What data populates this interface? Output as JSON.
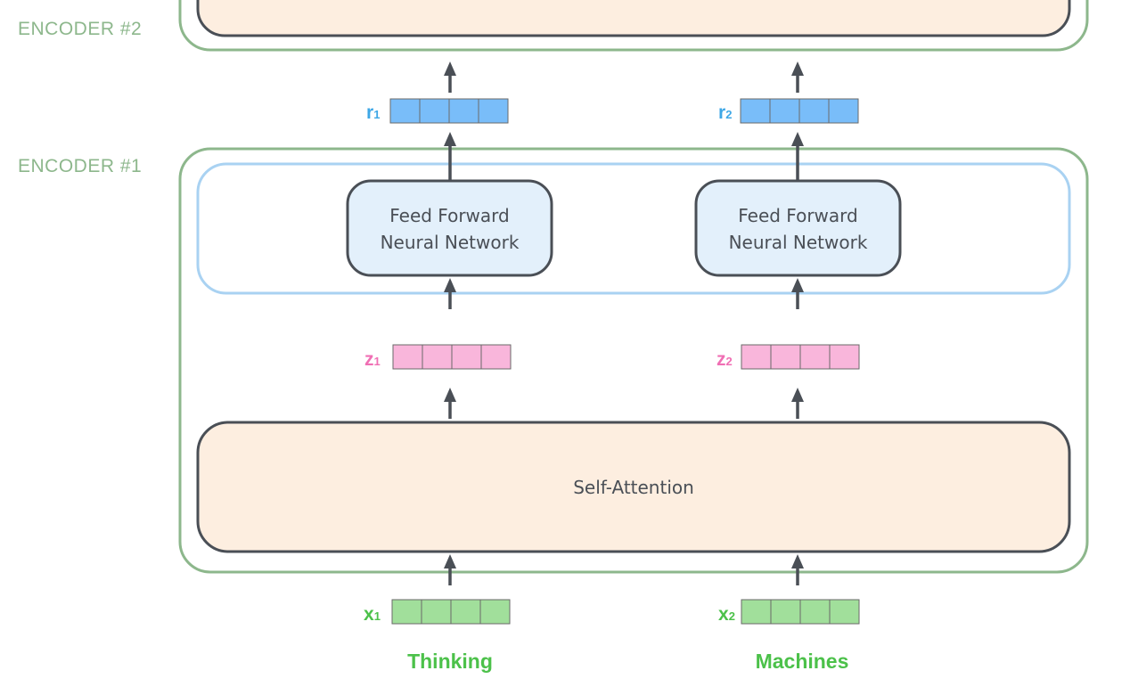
{
  "encoders": {
    "encoder2_label": "ENCODER #2",
    "encoder1_label": "ENCODER #1"
  },
  "self_attention": {
    "label": "Self-Attention"
  },
  "ffnn": {
    "line1": "Feed Forward",
    "line2": "Neural Network"
  },
  "columns": [
    {
      "word": "Thinking",
      "x_label": "x",
      "x_sub": "1",
      "z_label": "z",
      "z_sub": "1",
      "r_label": "r",
      "r_sub": "1"
    },
    {
      "word": "Machines",
      "x_label": "x",
      "x_sub": "2",
      "z_label": "z",
      "z_sub": "2",
      "r_label": "r",
      "r_sub": "2"
    }
  ],
  "colors": {
    "encoder_border": "#8db78c",
    "ffnn_layer_border": "#a9d2f2",
    "ffnn_fill": "#e3f0fb",
    "self_attention_fill": "#fdeee0",
    "box_border": "#4a4f56",
    "x_vector": "#a1df9b",
    "z_vector": "#f9b6db",
    "r_vector": "#79bdf9",
    "x_label": "#4cc14a",
    "z_label": "#f06fb4",
    "r_label": "#3ea7e6"
  }
}
